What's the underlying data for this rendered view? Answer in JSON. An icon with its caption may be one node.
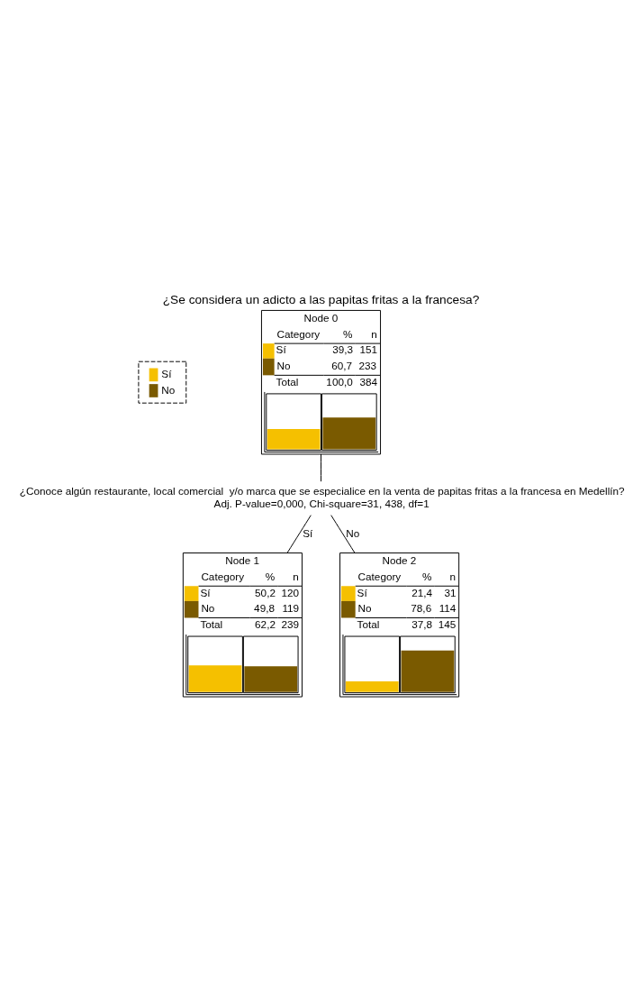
{
  "diagram": {
    "title": "¿Se considera un adicto a las papitas fritas a la francesa?",
    "nodes": [
      {
        "text": [
          "Node 0",
          "Category",
          "%",
          "n",
          "Sí",
          "39,3",
          "151",
          "No",
          "60,7",
          "233",
          "Total",
          "100,0",
          "384"
        ]
      },
      {
        "text": [
          "¿Conoce algún restaurante, local comercial  y/o marca que se especialice en la venta de papitas fritas a la francesa en Medellín?",
          "Adj. P-value=0,000, Chi-square=31, 438, df=1"
        ]
      },
      {
        "text": [
          "Node 1",
          "Category",
          "%",
          "n",
          "Sí",
          "50,2",
          "120",
          "No",
          "49,8",
          "119",
          "Total",
          "62,2",
          "239"
        ]
      },
      {
        "text": [
          "Node 2",
          "Category",
          "%",
          "n",
          "Sí",
          "21,4",
          "31",
          "No",
          "78,6",
          "114",
          "Total",
          "37,8",
          "145"
        ]
      }
    ],
    "edges": [
      {
        "from": 0,
        "to": 1,
        "arrow": "none"
      },
      {
        "from": 1,
        "to": 2,
        "arrow": "none",
        "label": "Sí"
      },
      {
        "from": 1,
        "to": 3,
        "arrow": "none",
        "label": "No"
      }
    ],
    "legend": [
      {
        "text": "Sí",
        "color": "#f5c000"
      },
      {
        "text": "No",
        "color": "#7a5a00"
      }
    ]
  }
}
